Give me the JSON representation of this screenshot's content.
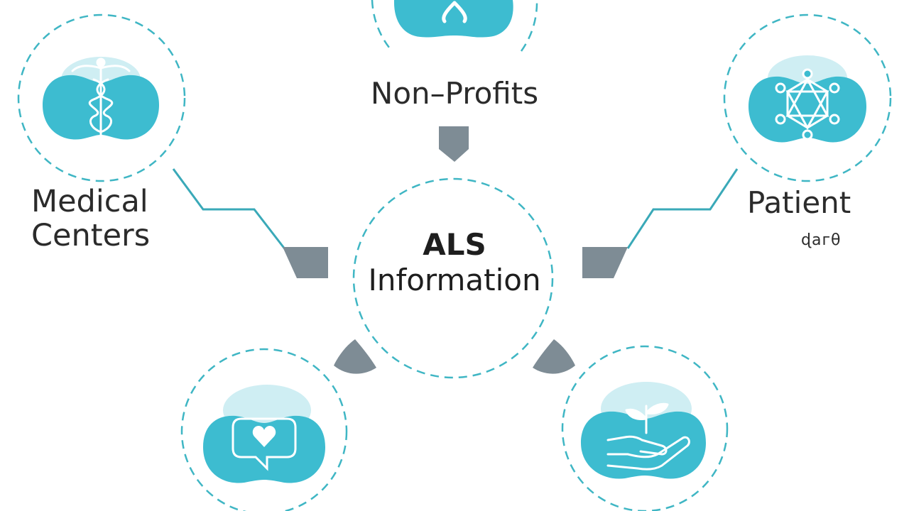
{
  "center": {
    "line1": "ALS",
    "line2": "Information"
  },
  "nodes": {
    "nonprofits": {
      "label": "Non–Profits",
      "icon": "drop-icon"
    },
    "medical": {
      "line1": "Medical",
      "line2": "Centers",
      "icon": "caduceus-icon"
    },
    "patient": {
      "line1": "Patient",
      "line2": "ɖагθ",
      "icon": "network-icon"
    },
    "support": {
      "icon": "heart-speech-bubble-icon"
    },
    "research": {
      "icon": "hand-sprout-icon"
    }
  },
  "colors": {
    "teal": "#3dbcd0",
    "teal_light": "#cfeef3",
    "dashed": "#3fb6c4",
    "arrow_gray": "#7e8c95",
    "text": "#2b2b2b"
  }
}
